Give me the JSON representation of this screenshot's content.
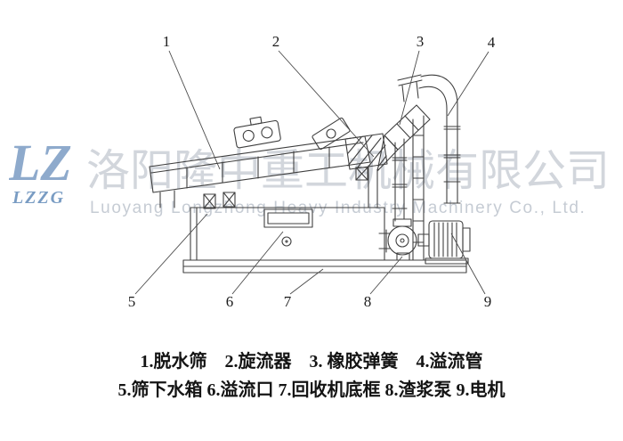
{
  "watermark": {
    "logo_mark": "LZ",
    "logo_text": "LZZG",
    "company_cn": "洛阳隆中重工机械有限公司",
    "company_en": "Luoyang Longzhong Heavy Industry Machinery Co., Ltd."
  },
  "callouts": {
    "top": [
      "1",
      "2",
      "3",
      "4"
    ],
    "bottom": [
      "5",
      "6",
      "7",
      "8",
      "9"
    ]
  },
  "legend": {
    "line1": "1.脱水筛　2.旋流器　3. 橡胶弹簧　4.溢流管",
    "line2": "5.筛下水箱 6.溢流口 7.回收机底框 8.渣浆泵 9.电机"
  },
  "parts": [
    {
      "num": "1",
      "name": "脱水筛"
    },
    {
      "num": "2",
      "name": "旋流器"
    },
    {
      "num": "3",
      "name": "橡胶弹簧"
    },
    {
      "num": "4",
      "name": "溢流管"
    },
    {
      "num": "5",
      "name": "筛下水箱"
    },
    {
      "num": "6",
      "name": "溢流口"
    },
    {
      "num": "7",
      "name": "回收机底框"
    },
    {
      "num": "8",
      "name": "渣浆泵"
    },
    {
      "num": "9",
      "name": "电机"
    }
  ],
  "colors": {
    "drawing_line": "#3f3f3f",
    "leader_line": "#4a4a4a",
    "callout_number": "#1c1c1c",
    "watermark_cn": "#d2d6dc",
    "watermark_en": "#c6ccd4",
    "logo_blue": "#6b92bd",
    "caption_text": "#141414",
    "background": "#ffffff"
  }
}
